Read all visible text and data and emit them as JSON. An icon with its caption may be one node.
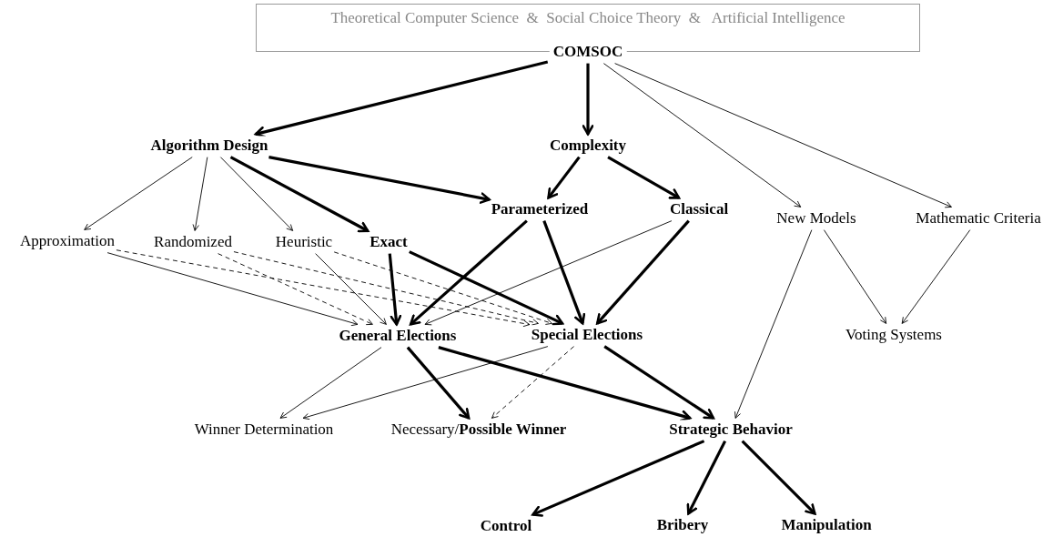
{
  "diagram": {
    "nodes": [
      {
        "text": [
          "Theoretical Computer Science  &  Social Choice Theory  &   Artificial Intelligence"
        ]
      },
      {
        "text": [
          "COMSOC"
        ]
      },
      {
        "text": [
          "Algorithm Design"
        ]
      },
      {
        "text": [
          "Complexity"
        ]
      },
      {
        "text": [
          "Parameterized"
        ]
      },
      {
        "text": [
          "Classical"
        ]
      },
      {
        "text": [
          "New Models"
        ]
      },
      {
        "text": [
          "Mathematic Criteria"
        ]
      },
      {
        "text": [
          "Approximation"
        ]
      },
      {
        "text": [
          "Randomized"
        ]
      },
      {
        "text": [
          "Heuristic"
        ]
      },
      {
        "text": [
          "Exact"
        ]
      },
      {
        "text": [
          "General Elections"
        ]
      },
      {
        "text": [
          "Special Elections"
        ]
      },
      {
        "text": [
          "Voting Systems"
        ]
      },
      {
        "text": [
          "Winner Determination"
        ]
      },
      {
        "text": [
          "Necessary/**Possible Winner**"
        ]
      },
      {
        "text": [
          "Strategic Behavior"
        ]
      },
      {
        "text": [
          "Control"
        ]
      },
      {
        "text": [
          "Bribery"
        ]
      },
      {
        "text": [
          "Manipulation"
        ]
      }
    ],
    "edges": [
      {
        "from": 1,
        "to": 2,
        "arrow": "to",
        "style": "thick"
      },
      {
        "from": 1,
        "to": 3,
        "arrow": "to",
        "style": "thick"
      },
      {
        "from": 1,
        "to": 6,
        "arrow": "to"
      },
      {
        "from": 1,
        "to": 7,
        "arrow": "to"
      },
      {
        "from": 2,
        "to": 8,
        "arrow": "to"
      },
      {
        "from": 2,
        "to": 9,
        "arrow": "to"
      },
      {
        "from": 2,
        "to": 10,
        "arrow": "to"
      },
      {
        "from": 2,
        "to": 11,
        "arrow": "to",
        "style": "thick"
      },
      {
        "from": 2,
        "to": 4,
        "arrow": "to",
        "style": "thick"
      },
      {
        "from": 3,
        "to": 4,
        "arrow": "to",
        "style": "thick"
      },
      {
        "from": 3,
        "to": 5,
        "arrow": "to",
        "style": "thick"
      },
      {
        "from": 8,
        "to": 12,
        "arrow": "to"
      },
      {
        "from": 8,
        "to": 13,
        "arrow": "to",
        "style": "dashed"
      },
      {
        "from": 9,
        "to": 12,
        "arrow": "to",
        "style": "dashed"
      },
      {
        "from": 9,
        "to": 13,
        "arrow": "to",
        "style": "dashed"
      },
      {
        "from": 10,
        "to": 12,
        "arrow": "to"
      },
      {
        "from": 10,
        "to": 13,
        "arrow": "to",
        "style": "dashed"
      },
      {
        "from": 11,
        "to": 12,
        "arrow": "to",
        "style": "thick"
      },
      {
        "from": 11,
        "to": 13,
        "arrow": "to",
        "style": "thick"
      },
      {
        "from": 4,
        "to": 12,
        "arrow": "to",
        "style": "thick"
      },
      {
        "from": 4,
        "to": 13,
        "arrow": "to",
        "style": "thick"
      },
      {
        "from": 5,
        "to": 12,
        "arrow": "to"
      },
      {
        "from": 5,
        "to": 13,
        "arrow": "to",
        "style": "thick"
      },
      {
        "from": 6,
        "to": 14,
        "arrow": "to"
      },
      {
        "from": 7,
        "to": 14,
        "arrow": "to"
      },
      {
        "from": 6,
        "to": 17,
        "arrow": "to"
      },
      {
        "from": 12,
        "to": 15,
        "arrow": "to"
      },
      {
        "from": 13,
        "to": 15,
        "arrow": "to"
      },
      {
        "from": 12,
        "to": 16,
        "arrow": "to",
        "style": "thick"
      },
      {
        "from": 13,
        "to": 16,
        "arrow": "to",
        "style": "dashed"
      },
      {
        "from": 12,
        "to": 17,
        "arrow": "to",
        "style": "thick"
      },
      {
        "from": 13,
        "to": 17,
        "arrow": "to",
        "style": "thick"
      },
      {
        "from": 17,
        "to": 18,
        "arrow": "to",
        "style": "thick"
      },
      {
        "from": 17,
        "to": 19,
        "arrow": "to",
        "style": "thick"
      },
      {
        "from": 17,
        "to": 20,
        "arrow": "to",
        "style": "thick"
      }
    ]
  }
}
